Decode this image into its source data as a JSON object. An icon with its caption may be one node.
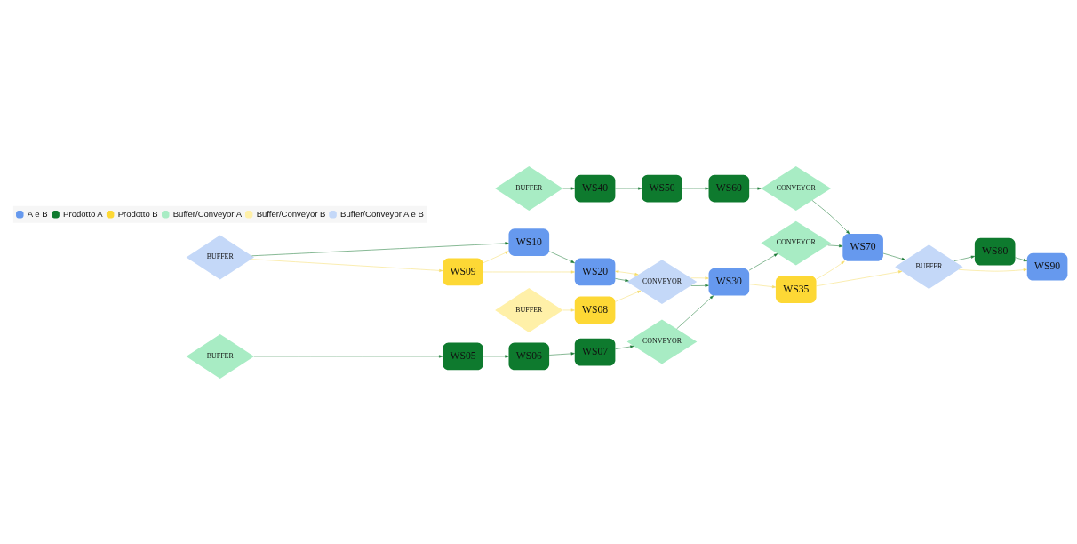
{
  "diagram": {
    "nodes": [
      {
        "text": [
          "BUFFER"
        ]
      },
      {
        "text": [
          "WS40"
        ]
      },
      {
        "text": [
          "WS50"
        ]
      },
      {
        "text": [
          "WS60"
        ]
      },
      {
        "text": [
          "CONVEYOR"
        ]
      },
      {
        "text": [
          "WS70"
        ]
      },
      {
        "text": [
          "BUFFER"
        ]
      },
      {
        "text": [
          "WS35"
        ]
      },
      {
        "text": [
          "BUFFER"
        ]
      },
      {
        "text": [
          "WS09"
        ]
      },
      {
        "text": [
          "WS10"
        ]
      },
      {
        "text": [
          "WS20"
        ]
      },
      {
        "text": [
          "CONVEYOR"
        ]
      },
      {
        "text": [
          "CONVEYOR"
        ]
      },
      {
        "text": [
          "WS80"
        ]
      },
      {
        "text": [
          "BUFFER"
        ]
      },
      {
        "text": [
          "WS08"
        ]
      },
      {
        "text": [
          "WS30"
        ]
      },
      {
        "text": [
          "WS90"
        ]
      },
      {
        "text": [
          "BUFFER"
        ]
      },
      {
        "text": [
          "WS05"
        ]
      },
      {
        "text": [
          "WS06"
        ]
      },
      {
        "text": [
          "WS07"
        ]
      },
      {
        "text": [
          "CONVEYOR"
        ]
      }
    ],
    "edges": [
      {
        "from": 0,
        "to": 1,
        "arrow": "to"
      },
      {
        "from": 1,
        "to": 2,
        "arrow": "to"
      },
      {
        "from": 2,
        "to": 3,
        "arrow": "to"
      },
      {
        "from": 3,
        "to": 4,
        "arrow": "to"
      },
      {
        "from": 4,
        "to": 5,
        "arrow": "to"
      },
      {
        "from": 5,
        "to": 6,
        "arrow": "to"
      },
      {
        "from": 6,
        "to": 14,
        "arrow": "to"
      },
      {
        "from": 14,
        "to": 18,
        "arrow": "to"
      },
      {
        "from": 8,
        "to": 10,
        "arrow": "to"
      },
      {
        "from": 8,
        "to": 9,
        "arrow": "to",
        "color": "#f5dc6a"
      },
      {
        "from": 9,
        "to": 10,
        "arrow": "to",
        "color": "#f5dc6a"
      },
      {
        "from": 9,
        "to": 11,
        "arrow": "to",
        "color": "#f5dc6a"
      },
      {
        "from": 10,
        "to": 11,
        "arrow": "to"
      },
      {
        "from": 11,
        "to": 12,
        "arrow": "to"
      },
      {
        "from": 11,
        "to": 12,
        "arrow": "both",
        "color": "#f5dc6a"
      },
      {
        "from": 15,
        "to": 16,
        "arrow": "to",
        "color": "#f5dc6a"
      },
      {
        "from": 16,
        "to": 12,
        "arrow": "to",
        "color": "#f5dc6a"
      },
      {
        "from": 12,
        "to": 17,
        "arrow": "to"
      },
      {
        "from": 12,
        "to": 17,
        "arrow": "to",
        "color": "#f5dc6a"
      },
      {
        "from": 17,
        "to": 7,
        "arrow": "to",
        "color": "#f5dc6a"
      },
      {
        "from": 7,
        "to": 5,
        "arrow": "to",
        "color": "#f5dc6a"
      },
      {
        "from": 7,
        "to": 6,
        "arrow": "to",
        "color": "#f5dc6a"
      },
      {
        "from": 6,
        "to": 18,
        "arrow": "to",
        "color": "#f5dc6a"
      },
      {
        "from": 17,
        "to": 13,
        "arrow": "to"
      },
      {
        "from": 13,
        "to": 5,
        "arrow": "to"
      },
      {
        "from": 19,
        "to": 20,
        "arrow": "to"
      },
      {
        "from": 20,
        "to": 21,
        "arrow": "to"
      },
      {
        "from": 21,
        "to": 22,
        "arrow": "to"
      },
      {
        "from": 22,
        "to": 23,
        "arrow": "to"
      },
      {
        "from": 23,
        "to": 17,
        "arrow": "to"
      }
    ],
    "legend": [
      {
        "text": "A e B",
        "color": "#6699ee"
      },
      {
        "text": "Prodotto A",
        "color": "#0e7a2e"
      },
      {
        "text": "Prodotto B",
        "color": "#fdd835"
      },
      {
        "text": "Buffer/Conveyor A",
        "color": "#a8ecc4"
      },
      {
        "text": "Buffer/Conveyor B",
        "color": "#fff0a8"
      },
      {
        "text": "Buffer/Conveyor A e B",
        "color": "#c4d8f8"
      }
    ]
  }
}
